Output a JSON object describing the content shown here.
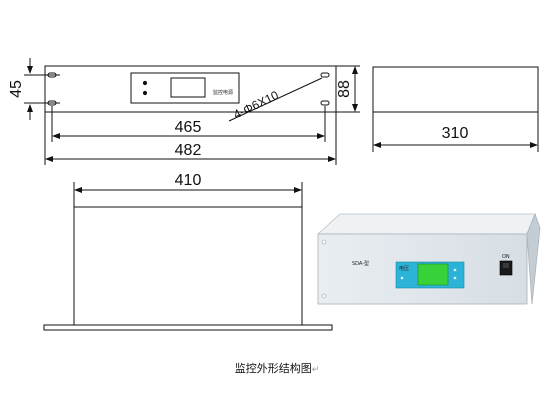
{
  "front_view": {
    "dim_height_left": "45",
    "dim_height_right": "88",
    "dim_hole_spacing": "465",
    "dim_panel_width": "482",
    "hole_note": "4-Φ6X10",
    "panel_label": "监控电源"
  },
  "side_view": {
    "dim_depth": "310"
  },
  "top_view": {
    "dim_body_width": "410"
  },
  "photo": {
    "brand_label": "SDA-型",
    "display_label": "电压",
    "switch_label": "ON"
  },
  "caption": {
    "text": "监控外形结构图",
    "return_mark": "↵"
  },
  "colors": {
    "line": "#111111",
    "panel": "#e4e9ed",
    "lcd_frame": "#2bb4d8",
    "lcd_screen": "#39d13a"
  }
}
